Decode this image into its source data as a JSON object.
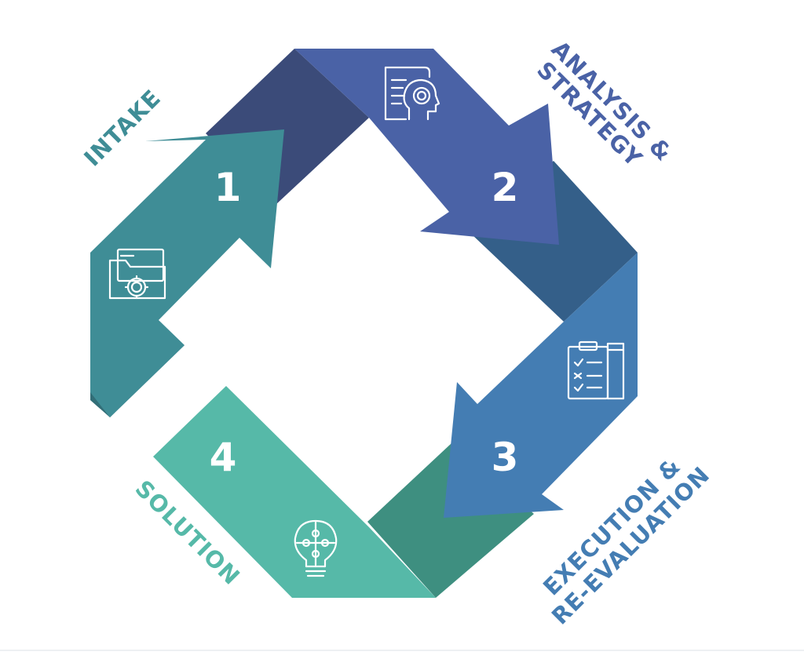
{
  "steps": [
    {
      "number": "1",
      "label": "INTAKE",
      "icon": "folder-gear-icon"
    },
    {
      "number": "2",
      "label_line1": "ANALYSIS &",
      "label_line2": "STRATEGY",
      "icon": "head-gear-icon"
    },
    {
      "number": "3",
      "label_line1": "EXECUTION &",
      "label_line2": "RE-EVALUATION",
      "icon": "clipboard-checklist-icon"
    },
    {
      "number": "4",
      "label": "SOLUTION",
      "icon": "lightbulb-puzzle-icon"
    }
  ],
  "colors": {
    "step1": "#3f8d96",
    "step1_dark": "#326e77",
    "step2": "#4a62a6",
    "step2_dark": "#3b4b79",
    "step3": "#447db3",
    "step3_dark": "#345f89",
    "step4": "#56b9a8",
    "step4_dark": "#3e8f80"
  }
}
